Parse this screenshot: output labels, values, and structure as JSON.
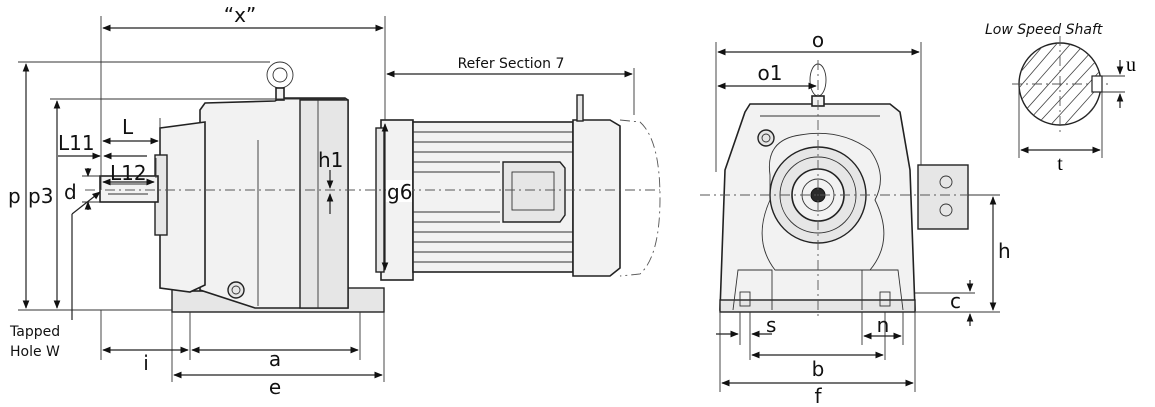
{
  "labels": {
    "x": "“x”",
    "refer_section": "Refer Section 7",
    "low_speed_shaft": "Low Speed Shaft",
    "L11": "L11",
    "L": "L",
    "L12": "L12",
    "d": "d",
    "p": "p",
    "p3": "p3",
    "h1": "h1",
    "g6": "g6",
    "tapped_hole_line1": "Tapped",
    "tapped_hole_line2": "Hole W",
    "i": "i",
    "a": "a",
    "e": "e",
    "o": "o",
    "o1": "o1",
    "h": "h",
    "c": "c",
    "s": "s",
    "n": "n",
    "b": "b",
    "f": "f",
    "u": "u",
    "t": "t"
  }
}
